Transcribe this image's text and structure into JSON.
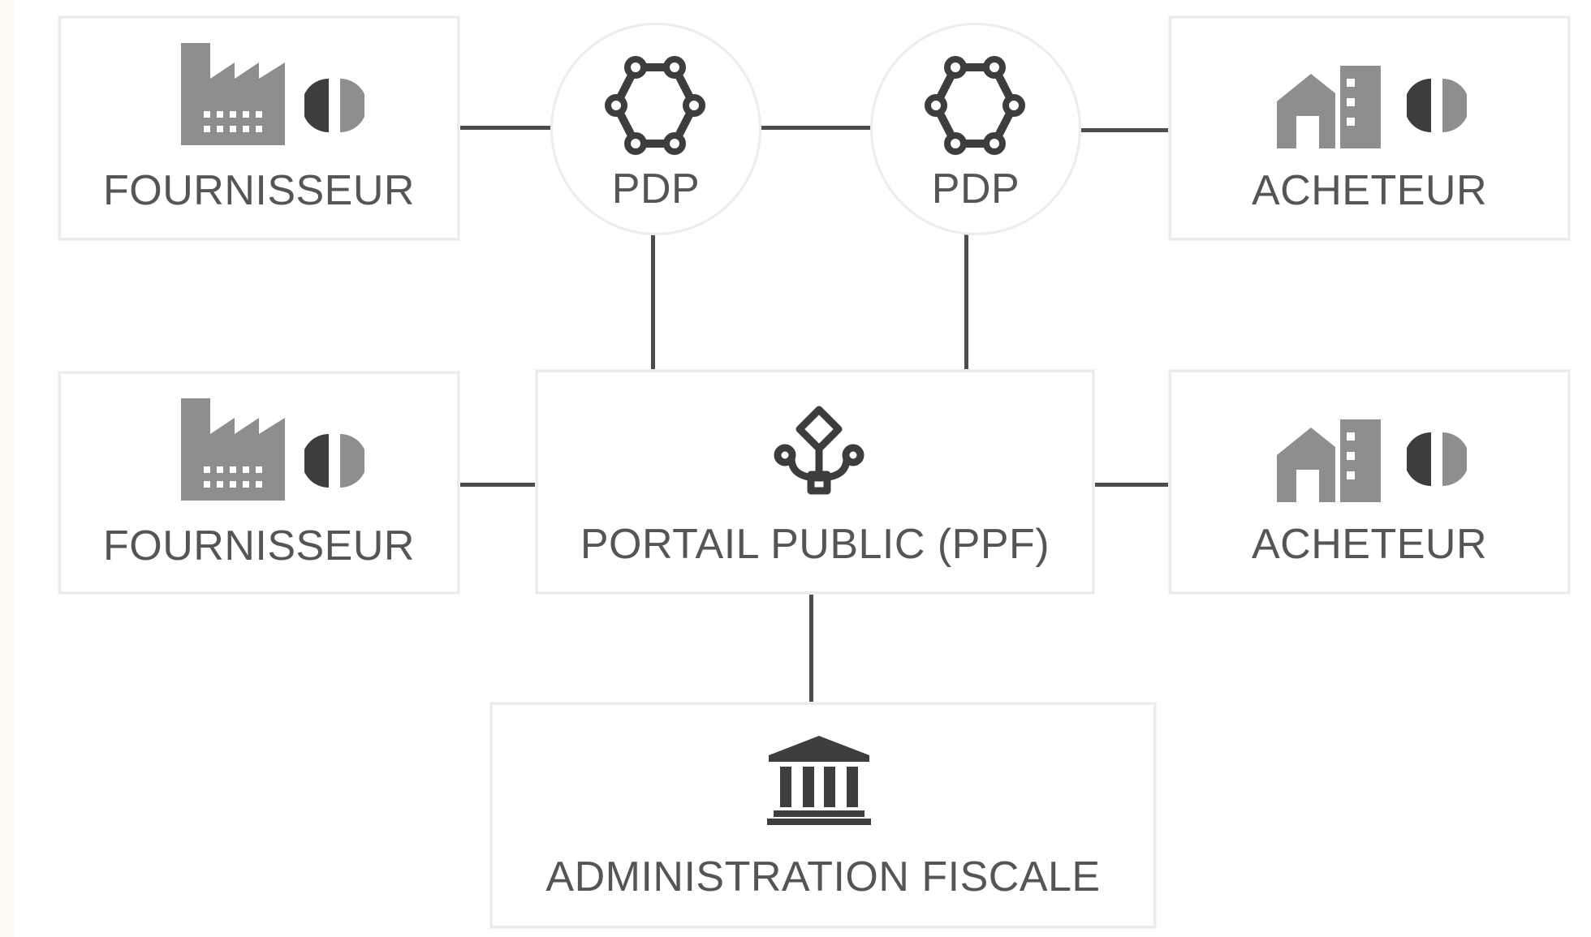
{
  "colors": {
    "background": "#fdf8f1",
    "panel": "#ffffff",
    "border": "#ececec",
    "connector": "#4d4d4d",
    "text": "#555555",
    "icon_light": "#8e8e8e",
    "icon_dark": "#3d3d3d"
  },
  "nodes": {
    "supplier_top": {
      "label": "FOURNISSEUR",
      "icons": [
        "factory-icon",
        "invoice-circle-icon"
      ]
    },
    "pdp_left": {
      "label": "PDP",
      "icon": "network-hub-icon"
    },
    "pdp_right": {
      "label": "PDP",
      "icon": "network-hub-icon"
    },
    "buyer_top": {
      "label": "ACHETEUR",
      "icons": [
        "building-icon",
        "invoice-circle-icon"
      ]
    },
    "supplier_bottom": {
      "label": "FOURNISSEUR",
      "icons": [
        "factory-icon",
        "invoice-circle-icon"
      ]
    },
    "ppf": {
      "label": "PORTAIL PUBLIC (PPF)",
      "icon": "flow-diagram-icon"
    },
    "buyer_bottom": {
      "label": "ACHETEUR",
      "icons": [
        "building-icon",
        "invoice-circle-icon"
      ]
    },
    "tax_admin": {
      "label": "ADMINISTRATION FISCALE",
      "icon": "bank-icon"
    }
  },
  "edges": [
    {
      "from": "supplier_top",
      "to": "pdp_left"
    },
    {
      "from": "pdp_left",
      "to": "pdp_right"
    },
    {
      "from": "pdp_right",
      "to": "buyer_top"
    },
    {
      "from": "pdp_left",
      "to": "ppf"
    },
    {
      "from": "pdp_right",
      "to": "ppf"
    },
    {
      "from": "supplier_bottom",
      "to": "ppf"
    },
    {
      "from": "ppf",
      "to": "buyer_bottom"
    },
    {
      "from": "ppf",
      "to": "tax_admin"
    }
  ]
}
